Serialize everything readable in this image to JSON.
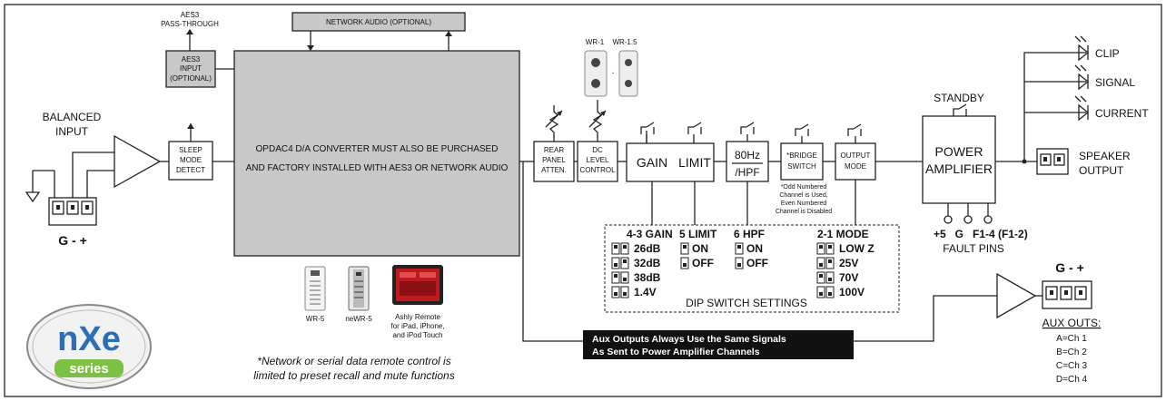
{
  "labels": {
    "aes3_pass": [
      "AES3",
      "PASS-THROUGH"
    ],
    "aes3_input": [
      "AES3",
      "INPUT",
      "(OPTIONAL)"
    ],
    "network_audio": "NETWORK AUDIO (OPTIONAL)",
    "balanced_input": [
      "BALANCED",
      "INPUT"
    ],
    "sleep_mode": [
      "SLEEP",
      "MODE",
      "DETECT"
    ],
    "converter": [
      "OPDAC4 D/A CONVERTER MUST ALSO BE PURCHASED",
      "AND FACTORY INSTALLED WITH AES3 OR NETWORK AUDIO"
    ],
    "wr1": "WR-1",
    "wr15": "WR-1.5",
    "rear_panel": [
      "REAR",
      "PANEL",
      "ATTEN."
    ],
    "dc_level": [
      "DC",
      "LEVEL",
      "CONTROL"
    ],
    "gain": "GAIN",
    "limit": "LIMIT",
    "hpf": [
      "80Hz",
      "/HPF"
    ],
    "bridge": [
      "*BRIDGE",
      "SWITCH"
    ],
    "bridge_note": [
      "*Odd Numbered",
      "Channel is Used,",
      "Even Numbered",
      "Channel is Disabled"
    ],
    "output_mode": [
      "OUTPUT",
      "MODE"
    ],
    "standby": "STANDBY",
    "power_amp": [
      "POWER",
      "AMPLIFIER"
    ],
    "clip": "CLIP",
    "signal": "SIGNAL",
    "current": "CURRENT",
    "speaker_output": [
      "SPEAKER",
      "OUTPUT"
    ],
    "fault_pins": "+5   G   F1-4 (F1-2)",
    "fault_label": "FAULT PINS",
    "input_gmp": "G - +",
    "aux_gmp": "G - +",
    "aux_outs": "AUX OUTS:",
    "aux_channels": [
      "A=Ch 1",
      "B=Ch 2",
      "C=Ch 3",
      "D=Ch 4"
    ],
    "aux_banner": [
      "Aux Outputs Always Use the Same Signals",
      "As Sent to Power Amplifier Channels"
    ],
    "wr5": "WR-5",
    "newr5": "neWR-5",
    "ashly_remote": [
      "Ashly Remote",
      "for iPad, iPhone,",
      "and iPod Touch"
    ],
    "network_note": [
      "*Network or serial data remote control is",
      "limited to preset recall and mute functions"
    ],
    "logo": "nXe",
    "series": "series"
  },
  "dip": {
    "title": "DIP SWITCH SETTINGS",
    "gain_title": "4-3 GAIN",
    "gain_values": [
      "26dB",
      "32dB",
      "38dB",
      "1.4V"
    ],
    "limit_title": "5 LIMIT",
    "limit_values": [
      "ON",
      "OFF"
    ],
    "hpf_title": "6 HPF",
    "hpf_values": [
      "ON",
      "OFF"
    ],
    "mode_title": "2-1 MODE",
    "mode_values": [
      "LOW Z",
      "25V",
      "70V",
      "100V"
    ]
  },
  "colors": {
    "ink": "#222222",
    "logo_blue": "#2a6fb8",
    "logo_green": "#7cc242",
    "banner_bg": "#111111",
    "ipad_red": "#c0181e"
  }
}
